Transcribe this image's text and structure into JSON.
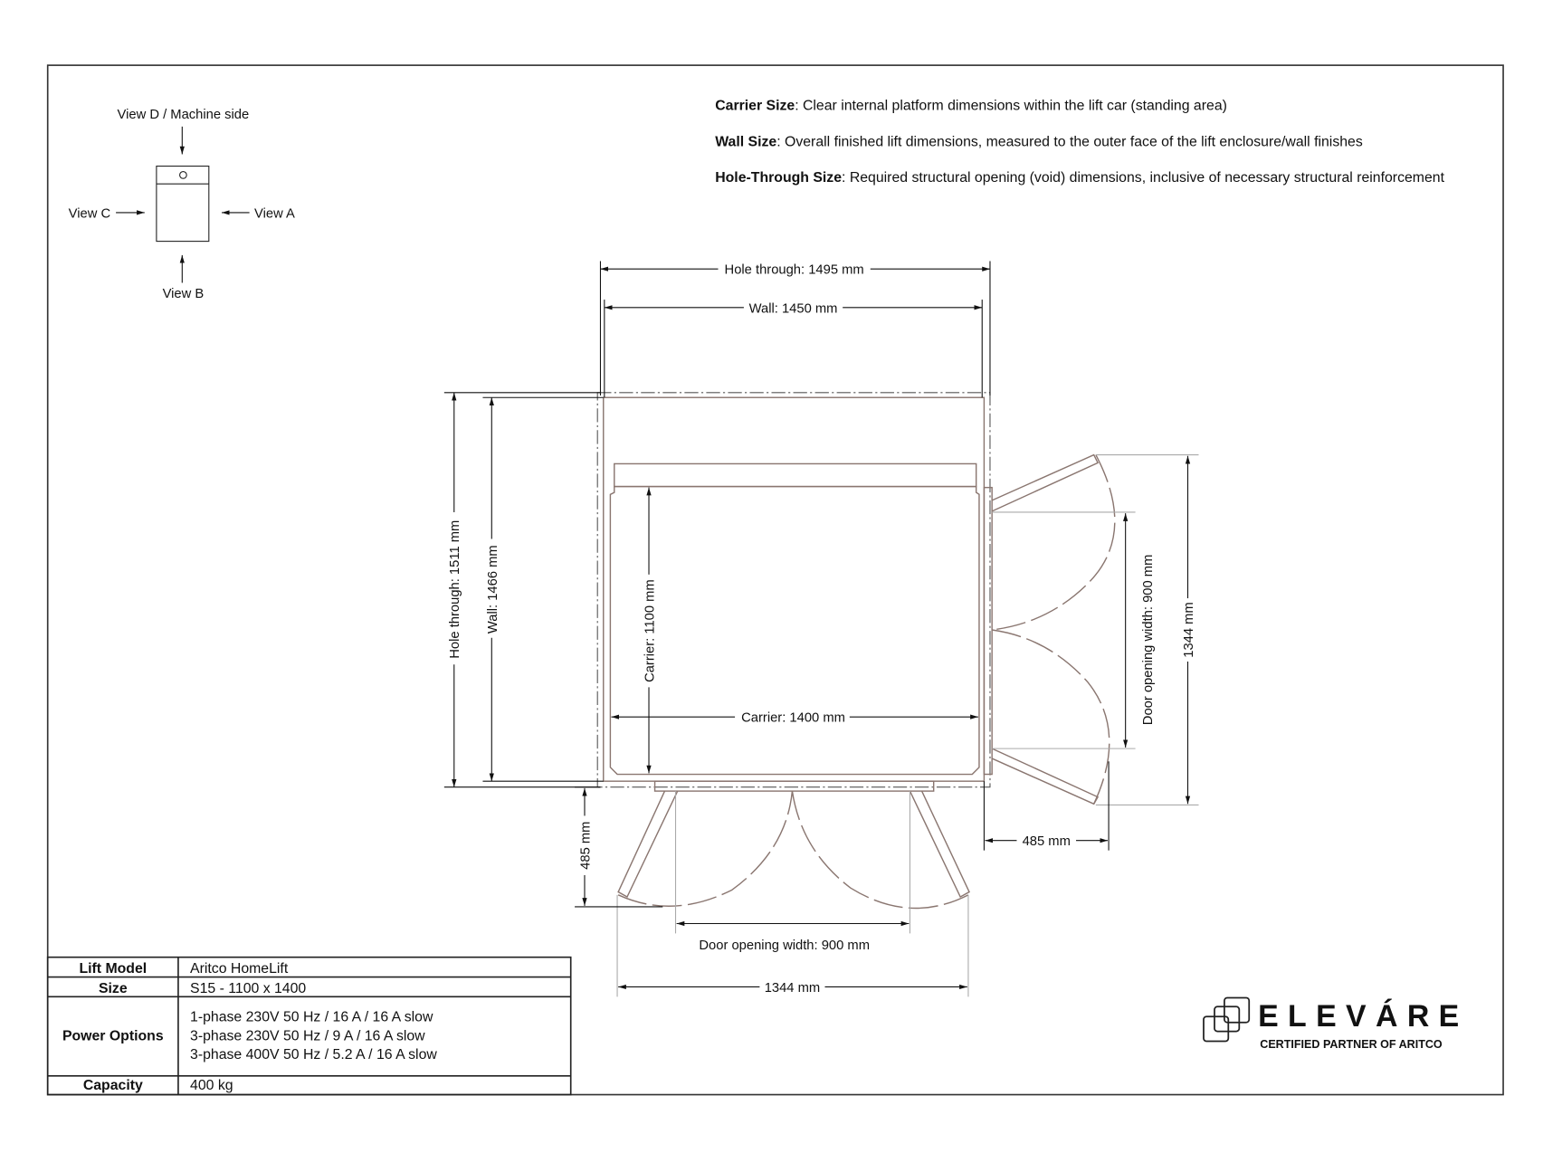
{
  "views": {
    "d": "View D / Machine side",
    "c": "View C",
    "a": "View A",
    "b": "View B"
  },
  "definitions": [
    {
      "term": "Carrier Size",
      "text": ": Clear internal platform dimensions within the lift car (standing area)"
    },
    {
      "term": "Wall Size",
      "text": ": Overall finished lift dimensions, measured to the outer face of the lift enclosure/wall finishes"
    },
    {
      "term": "Hole-Through Size",
      "text": ": Required structural opening (void) dimensions, inclusive of necessary structural reinforcement"
    }
  ],
  "dimensions": {
    "hole_width": "Hole through: 1495 mm",
    "wall_width": "Wall: 1450 mm",
    "hole_depth": "Hole through: 1511 mm",
    "wall_depth": "Wall: 1466 mm",
    "carrier_depth": "Carrier: 1100 mm",
    "carrier_width": "Carrier: 1400 mm",
    "right_door_opening": "Door opening width: 900 mm",
    "right_door_span": "1344 mm",
    "right_door_swing": "485 mm",
    "bottom_door_swing": "485 mm",
    "bottom_door_opening": "Door opening width: 900 mm",
    "bottom_door_span": "1344 mm"
  },
  "spec_table": [
    {
      "label": "Lift Model",
      "value": [
        "Aritco HomeLift"
      ]
    },
    {
      "label": "Size",
      "value": [
        "S15 - 1100 x 1400"
      ]
    },
    {
      "label": "Power Options",
      "value": [
        "1-phase 230V 50 Hz / 16 A / 16 A slow",
        "3-phase 230V 50 Hz / 9 A / 16 A slow",
        "3-phase 400V 50 Hz / 5.2 A / 16 A slow"
      ]
    },
    {
      "label": "Capacity",
      "value": [
        "400 kg"
      ]
    }
  ],
  "logo": {
    "name": "ELEVÁRE",
    "tagline": "CERTIFIED PARTNER OF ARITCO"
  },
  "colors": {
    "drawing_line": "#8a7670",
    "dimension_line": "#111111"
  }
}
